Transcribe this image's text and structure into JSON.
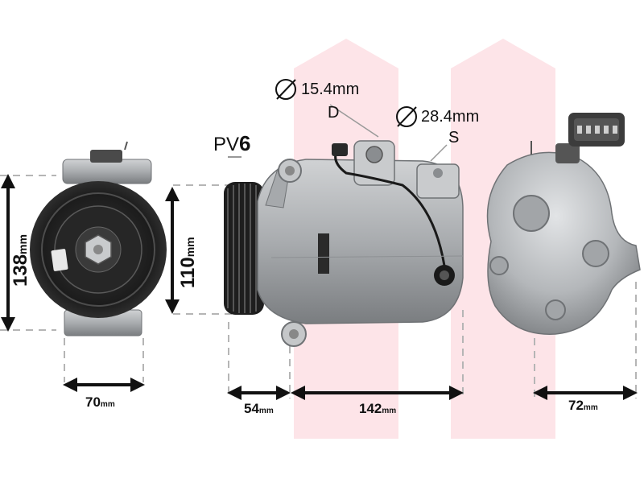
{
  "ports": {
    "discharge": {
      "diameter": "15.4mm",
      "code": "D"
    },
    "suction": {
      "diameter": "28.4mm",
      "code": "S"
    }
  },
  "belt": {
    "prefix": "PV",
    "ribs": "6"
  },
  "dimensions": {
    "front_height": {
      "value": "138",
      "unit": "mm"
    },
    "front_width": {
      "value": "70",
      "unit": "mm"
    },
    "pulley_diameter": {
      "value": "110",
      "unit": "mm"
    },
    "pulley_depth": {
      "value": "54",
      "unit": "mm"
    },
    "body_length": {
      "value": "142",
      "unit": "mm"
    },
    "rear_width": {
      "value": "72",
      "unit": "mm"
    }
  },
  "colors": {
    "watermark": "#fde4e8",
    "metal": "#b9bcbf",
    "metal_dark": "#6f7275",
    "pulley": "#2a2a2a",
    "dim_line": "#111111",
    "guide_line": "#b5b5b5"
  },
  "icons": [
    "diameter-symbol",
    "compressor-front-view",
    "compressor-side-view",
    "compressor-rear-view",
    "electrical-connector"
  ]
}
